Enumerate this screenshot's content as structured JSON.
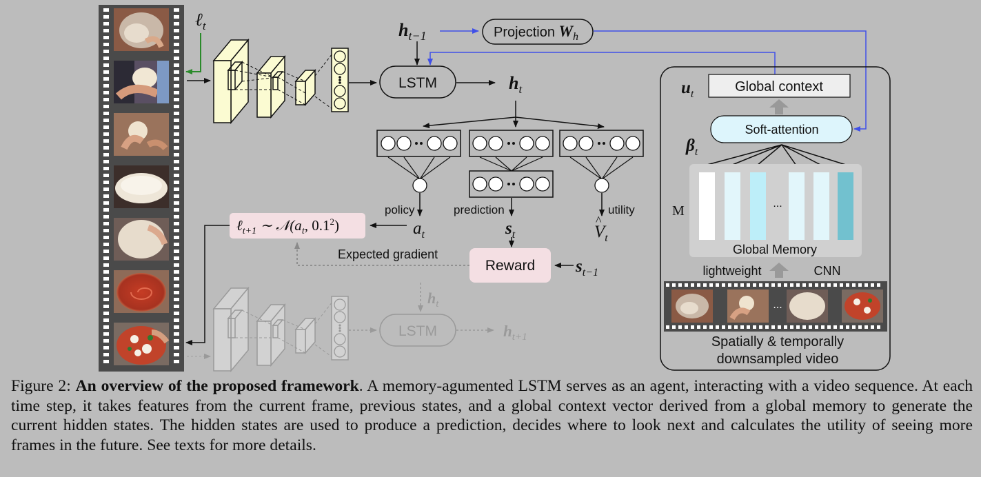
{
  "figure": {
    "film_frames": [
      "frame-1",
      "frame-2",
      "frame-3",
      "frame-4",
      "frame-5",
      "frame-6",
      "frame-7"
    ],
    "lt_label": "ℓ",
    "lt_sub": "t",
    "h_prev": "h",
    "h_prev_sub": "t−1",
    "projection_label": "Projection ",
    "projection_W": "W",
    "projection_W_sub": "h",
    "lstm_label": "LSTM",
    "ht_label": "h",
    "ht_sub": "t",
    "ut_label": "u",
    "ut_sub": "t",
    "global_context_label": "Global context",
    "soft_attention_label": "Soft-attention",
    "beta_label": "β",
    "beta_sub": "t",
    "memory_symbol": "M",
    "memory_ellipsis": "...",
    "global_memory_label": "Global Memory",
    "lightweight_label": "lightweight",
    "cnn_label": "CNN",
    "video_ellipsis": "...",
    "video_caption_line1": "Spatially & temporally",
    "video_caption_line2": "downsampled video",
    "policy_label": "policy",
    "prediction_label": "prediction",
    "utility_label": "utility",
    "at_label": "a",
    "at_sub": "t",
    "st_label": "s",
    "st_sub": "t",
    "vt_label": "V",
    "vt_sub": "t",
    "vt_hat": "^",
    "sampling_label": "ℓ",
    "sampling_sub": "t+1",
    "sampling_rest": " ∼ 𝒩(a",
    "sampling_a_sub": "t",
    "sampling_tail": ", 0.1",
    "sampling_exp": "2",
    "sampling_close": ")",
    "expected_gradient_label": "Expected gradient",
    "reward_label": "Reward",
    "s_prev_label": "s",
    "s_prev_sub": "t−1",
    "h_t_faded": "h",
    "h_t_faded_sub": "t",
    "lstm_faded_label": "LSTM",
    "h_next_label": "h",
    "h_next_sub": "t+1",
    "colors": {
      "background": "#bcbcbc",
      "cnn_fill": "#fbfbd2",
      "pink": "#f4dfe3",
      "soft_attention": "#ddf5fc",
      "blue_arrow": "#4050e8",
      "green_arrow": "#2a8a2a",
      "memory_cells": [
        "#ffffff",
        "#e2f6fb",
        "#bdeef9",
        "#e2f6fb",
        "#e2f6fb",
        "#72c1cf"
      ]
    }
  },
  "caption": {
    "prefix": "Figure 2: ",
    "bold": "An overview of the proposed framework",
    "text": ". A memory-agumented LSTM serves as an agent, interacting with a video sequence. At each time step, it takes features from the current frame, previous states, and a global context vector derived from a global memory to generate the current hidden states. The hidden states are used to produce a prediction, decides where to look next and calculates the utility of seeing more frames in the future. See texts for more details."
  }
}
